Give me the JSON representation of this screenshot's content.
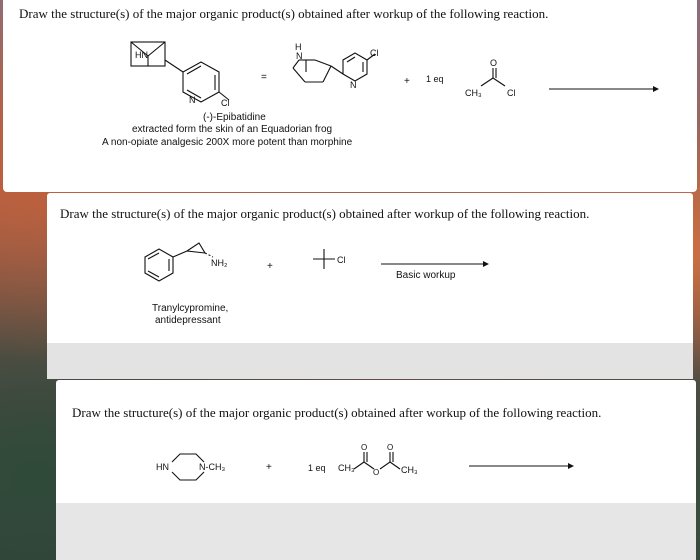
{
  "q1": {
    "title": "Draw the structure(s) of the major organic product(s) obtained after workup of the following reaction.",
    "mol_name": "(-)-Epibatidine",
    "caption_line1": "extracted form the skin of an Equadorian frog",
    "caption_line2": "A non-opiate analgesic 200X more potent than morphine",
    "equals": "=",
    "plus": "+",
    "reagent_amount": "1 eq",
    "reagent_ch3": "CH₃",
    "reagent_cl": "Cl",
    "reagent_o": "O",
    "label_hn": "HN",
    "label_n": "N",
    "label_cl": "Cl",
    "label_h": "H"
  },
  "q2": {
    "title": "Draw the structure(s) of the major organic product(s) obtained after workup of the following reaction.",
    "nh2": "NH₂",
    "plus": "+",
    "cl": "Cl",
    "arrow_label": "Basic workup",
    "caption_line1": "Tranylcypromine,",
    "caption_line2": "antidepressant"
  },
  "q3": {
    "title": "Draw the structure(s) of the major organic product(s) obtained after workup of the following reaction.",
    "hn": "HN",
    "nch3": "N-CH₃",
    "plus": "+",
    "reagent_amount": "1 eq",
    "ch3_left": "CH₃",
    "ch3_right": "CH₃",
    "o": "O"
  }
}
